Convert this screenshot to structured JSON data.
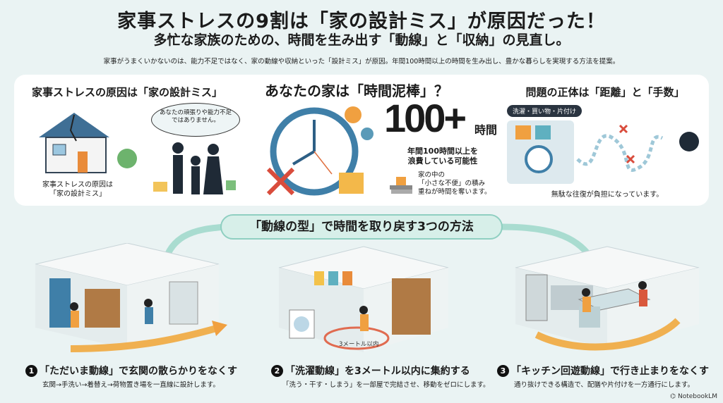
{
  "header": {
    "title": "家事ストレスの9割は「家の設計ミス」が原因だった！",
    "subtitle": "多忙な家族のための、時間を生み出す「動線」と「収納」の見直し。",
    "description": "家事がうまくいかないのは、能力不足ではなく、家の動線や収納といった「設計ミス」が原因。年間100時間以上の時間を生み出し、豊かな暮らしを実現する方法を提案。"
  },
  "sections": [
    {
      "heading": "家事ストレスの原因は「家の設計ミス」",
      "bubble": "あなたの頑張りや能力不足ではありません。",
      "caption_line1": "家事ストレスの原因は",
      "caption_line2": "「家の設計ミス」"
    },
    {
      "heading": "あなたの家は「時間泥棒」？",
      "big_number": "100+",
      "big_unit": "時間",
      "stat_line1": "年間100時間以上を",
      "stat_line2": "浪費している可能性",
      "note_line1": "家の中の",
      "note_line2": "「小さな不便」の積み",
      "note_line3": "重ねが時間を奪います。"
    },
    {
      "heading": "問題の正体は「距離」と「手数」",
      "tag": "洗濯・買い物・片付け",
      "caption": "無駄な往復が負担になっています。"
    }
  ],
  "banner": "「動線の型」で時間を取り戻す3つの方法",
  "methods": [
    {
      "number": "1",
      "title": "「ただいま動線」で玄関の散らかりをなくす",
      "desc": "玄関→手洗い→着替え→荷物置き場を一直線に設計します。"
    },
    {
      "number": "2",
      "title": "「洗濯動線」を3メートル以内に集約する",
      "desc": "「洗う・干す・しまう」を一部屋で完結させ、移動をゼロにします。",
      "label": "3メートル以内"
    },
    {
      "number": "3",
      "title": "「キッチン回遊動線」で行き止まりをなくす",
      "desc": "通り抜けできる構造で、配膳や片付けを一方通行にします。"
    }
  ],
  "footer": {
    "brand": "NotebookLM"
  },
  "colors": {
    "bg": "#eaf3f3",
    "accent": "#8fcfc1",
    "orange": "#f0a040",
    "blue": "#3f7fa8"
  }
}
